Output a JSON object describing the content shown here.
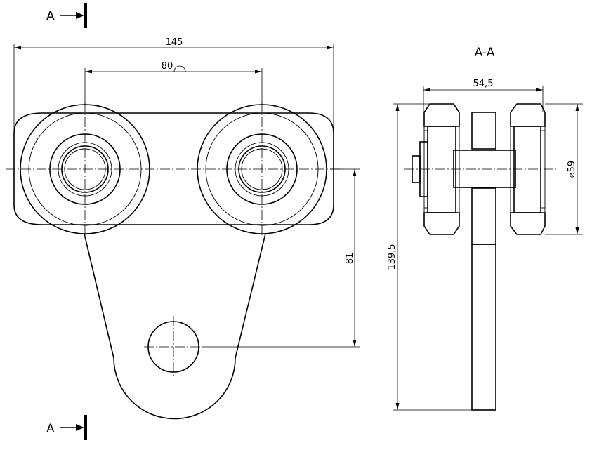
{
  "section_marker": {
    "letter": "A"
  },
  "section_title": "A-A",
  "dimensions": {
    "overall_width": "145",
    "wheel_spacing": "80",
    "hole_offset": "81",
    "wheel_width": "54,5",
    "wheel_diameter": "⌀59",
    "total_height": "139,5"
  }
}
